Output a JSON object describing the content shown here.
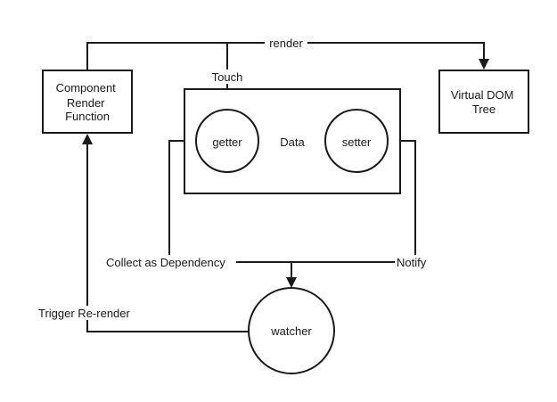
{
  "nodes": {
    "component_render_function": [
      "Component",
      "Render",
      "Function"
    ],
    "virtual_dom_tree": [
      "Virtual DOM",
      "Tree"
    ],
    "data": "Data",
    "getter": "getter",
    "setter": "setter",
    "watcher": "watcher"
  },
  "edges": {
    "render": "render",
    "touch": "Touch",
    "collect_as_dependency": "Collect as Dependency",
    "notify": "Notify",
    "trigger_rerender": "Trigger Re-render"
  }
}
